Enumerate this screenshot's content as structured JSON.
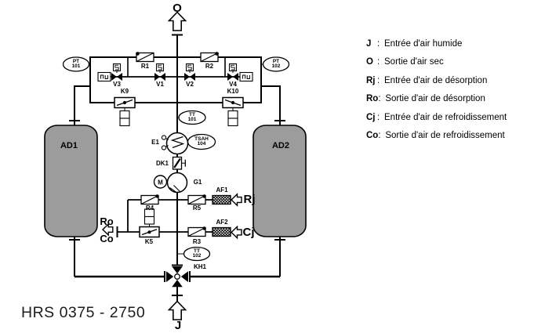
{
  "title": "HRS 0375 - 2750",
  "ports": {
    "o": "O",
    "j": "J",
    "rj": "Rj",
    "ro": "Ro",
    "cj": "Cj",
    "co": "Co"
  },
  "tanks": {
    "ad1": "AD1",
    "ad2": "AD2"
  },
  "tags": {
    "r1": "R1",
    "r2": "R2",
    "v1": "V1",
    "v2": "V2",
    "v3": "V3",
    "v4": "V4",
    "k9": "K9",
    "k10": "K10",
    "e1": "E1",
    "dk1": "DK1",
    "g1": "G1",
    "m": "M",
    "r4": "R4",
    "r5": "R5",
    "r3": "R3",
    "k5": "K5",
    "af1": "AF1",
    "af2": "AF2",
    "kh1": "KH1"
  },
  "instruments": {
    "pt101": {
      "line1": "PT",
      "line2": "101"
    },
    "pt102": {
      "line1": "PT",
      "line2": "102"
    },
    "tt101": {
      "line1": "TT",
      "line2": "101"
    },
    "tsah104": {
      "line1": "TSAH",
      "line2": "104"
    },
    "tt102": {
      "line1": "TT",
      "line2": "102"
    }
  },
  "legend": {
    "colon": ":",
    "items": [
      {
        "key": "J",
        "desc": "Entrée d'air humide"
      },
      {
        "key": "O",
        "desc": "Sortie d'air sec"
      },
      {
        "key": "Rj",
        "desc": "Entrée d'air de désorption"
      },
      {
        "key": "Ro",
        "desc": "Sortie d'air de désorption"
      },
      {
        "key": "Cj",
        "desc": "Entrée d'air de refroidissement"
      },
      {
        "key": "Co",
        "desc": "Sortie d'air de refroidissement"
      }
    ]
  },
  "colors": {
    "line": "#000000",
    "tank_fill": "#9c9c9c",
    "background": "#ffffff"
  }
}
